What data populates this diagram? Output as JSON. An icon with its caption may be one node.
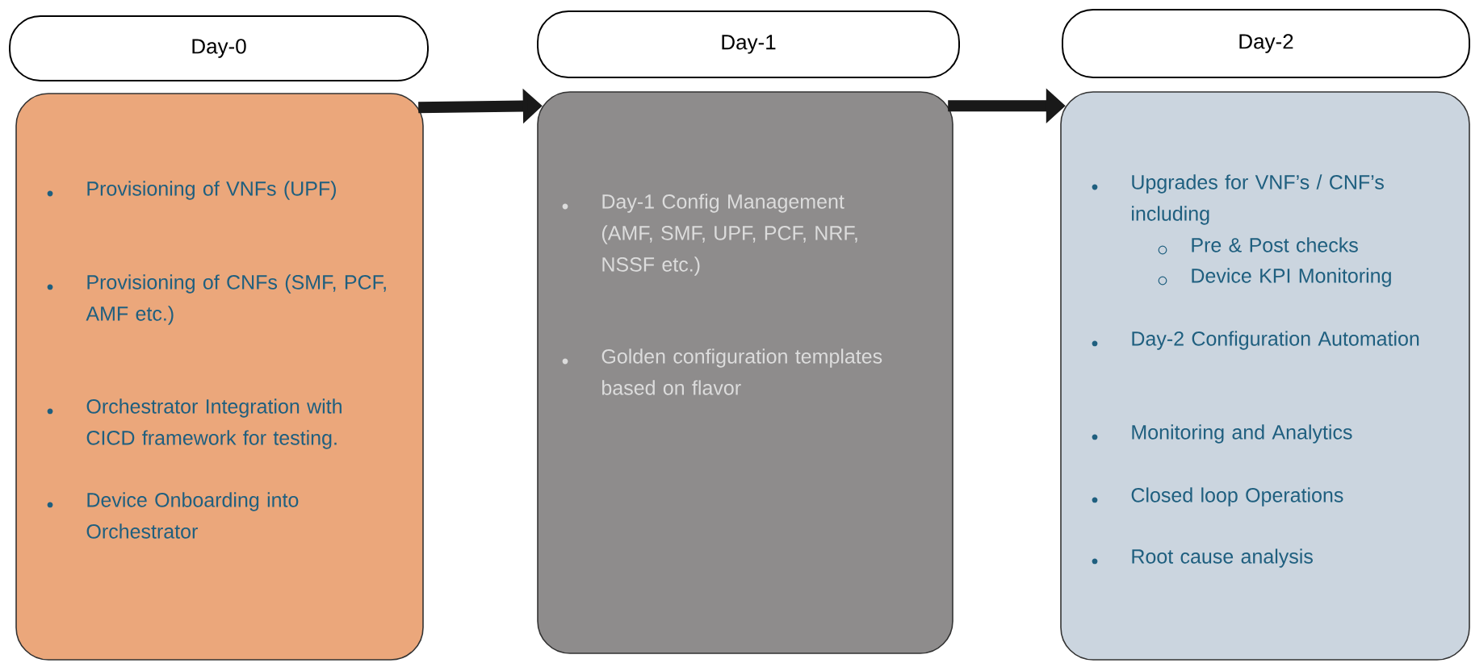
{
  "diagram": {
    "nodes": [
      {
        "text": [
          "Day-0"
        ]
      },
      {
        "text": [
          "Provisioning of VNFs (UPF)",
          "Provisioning of CNFs (SMF, PCF, AMF etc.)",
          "Orchestrator Integration with CICD framework for testing.",
          "Device Onboarding into Orchestrator"
        ]
      },
      {
        "text": [
          "Day-1"
        ]
      },
      {
        "text": [
          "Day-1 Config Management (AMF, SMF, UPF, PCF, NRF, NSSF etc.)",
          "Golden configuration templates based on flavor"
        ]
      },
      {
        "text": [
          "Day-2"
        ]
      },
      {
        "text": [
          "Upgrades for VNF’s / CNF’s including",
          "Pre & Post checks",
          "Device KPI Monitoring",
          "Day-2 Configuration Automation",
          "Monitoring and Analytics",
          "Closed loop Operations",
          "Root cause analysis"
        ]
      }
    ],
    "edges": [
      {
        "from": 1,
        "to": 3,
        "arrow": "to"
      },
      {
        "from": 3,
        "to": 5,
        "arrow": "to"
      }
    ]
  }
}
